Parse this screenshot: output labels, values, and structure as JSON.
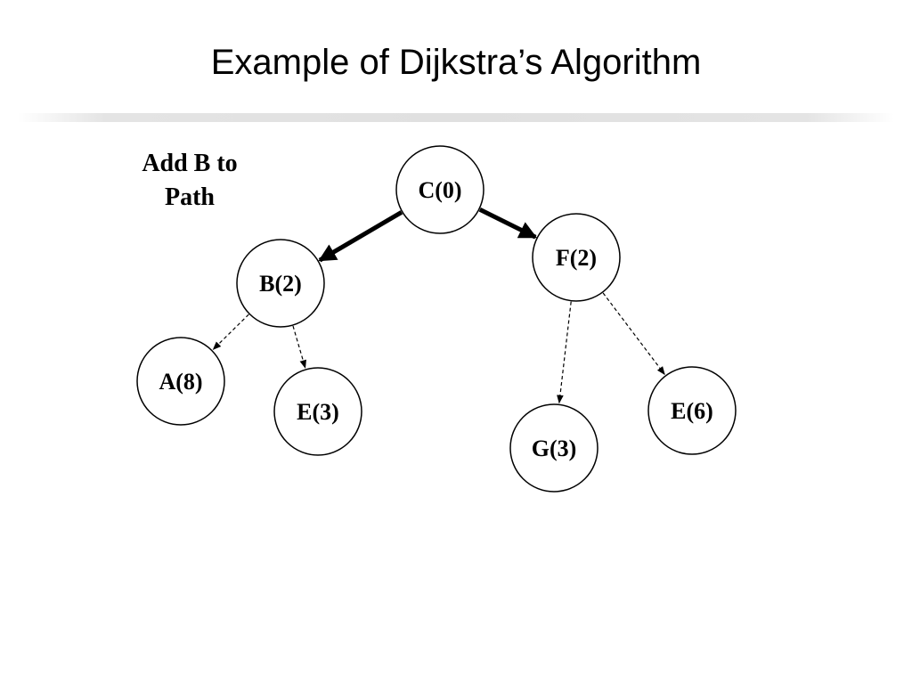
{
  "slide": {
    "title": "Example of Dijkstra’s Algorithm",
    "step_label_line1": "Add B to",
    "step_label_line2": "Path"
  },
  "graph": {
    "nodes": [
      {
        "id": "C",
        "label": "C(0)"
      },
      {
        "id": "B",
        "label": "B(2)"
      },
      {
        "id": "F",
        "label": "F(2)"
      },
      {
        "id": "A",
        "label": "A(8)"
      },
      {
        "id": "E1",
        "label": "E(3)"
      },
      {
        "id": "G",
        "label": "G(3)"
      },
      {
        "id": "E2",
        "label": "E(6)"
      }
    ],
    "edges": [
      {
        "from": "C",
        "to": "B",
        "style": "path"
      },
      {
        "from": "C",
        "to": "F",
        "style": "path"
      },
      {
        "from": "B",
        "to": "A",
        "style": "tentative"
      },
      {
        "from": "B",
        "to": "E1",
        "style": "tentative"
      },
      {
        "from": "F",
        "to": "G",
        "style": "tentative"
      },
      {
        "from": "F",
        "to": "E2",
        "style": "tentative"
      }
    ]
  }
}
